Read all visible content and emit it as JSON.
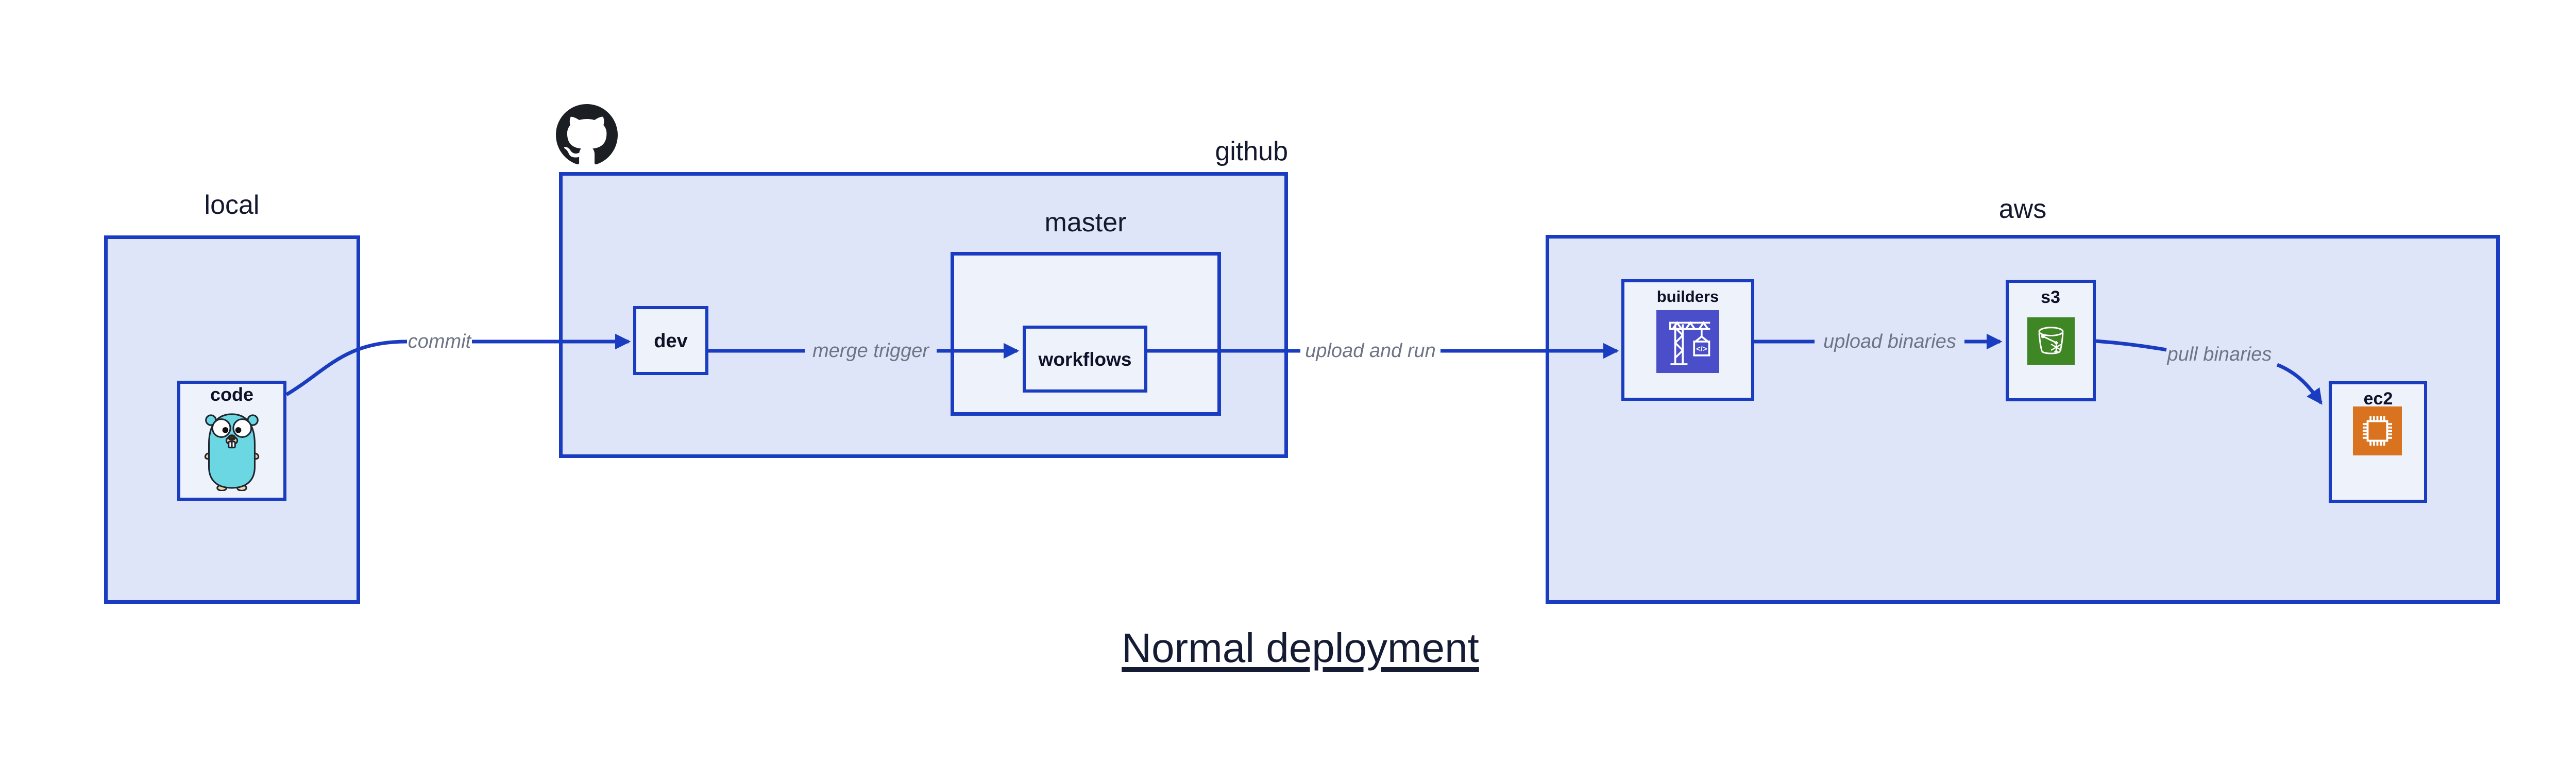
{
  "diagram_title": "Normal deployment",
  "groups": {
    "local": {
      "label": "local"
    },
    "github": {
      "label": "github"
    },
    "master": {
      "label": "master"
    },
    "aws": {
      "label": "aws"
    }
  },
  "nodes": {
    "code": {
      "label": "code",
      "icon": "go-gopher-icon"
    },
    "dev": {
      "label": "dev"
    },
    "workflows": {
      "label": "workflows"
    },
    "builders": {
      "label": "builders",
      "icon": "codebuild-crane-icon"
    },
    "s3": {
      "label": "s3",
      "icon": "s3-bucket-icon"
    },
    "ec2": {
      "label": "ec2",
      "icon": "ec2-chip-icon"
    }
  },
  "edges": {
    "commit": {
      "label": "commit",
      "from": "code",
      "to": "dev"
    },
    "merge_trigger": {
      "label": "merge trigger",
      "from": "dev",
      "to": "workflows"
    },
    "upload_and_run": {
      "label": "upload and run",
      "from": "workflows",
      "to": "builders"
    },
    "upload_binaries": {
      "label": "upload binaries",
      "from": "builders",
      "to": "s3"
    },
    "pull_binaries": {
      "label": "pull binaries",
      "from": "s3",
      "to": "ec2"
    }
  },
  "icons": {
    "github_logo": "github-octocat-icon"
  },
  "colors": {
    "line_blue": "#1a3cc1",
    "group_fill": "#dfe5f8",
    "node_fill": "#eef2fb",
    "label_navy": "#13182e",
    "edge_label_gray": "#6d7484",
    "codebuild_indigo": "#4a4ec9",
    "s3_green": "#3f8624",
    "ec2_orange": "#d9731f",
    "github_black": "#1b1f23",
    "gopher_teal": "#6ad7e2"
  }
}
